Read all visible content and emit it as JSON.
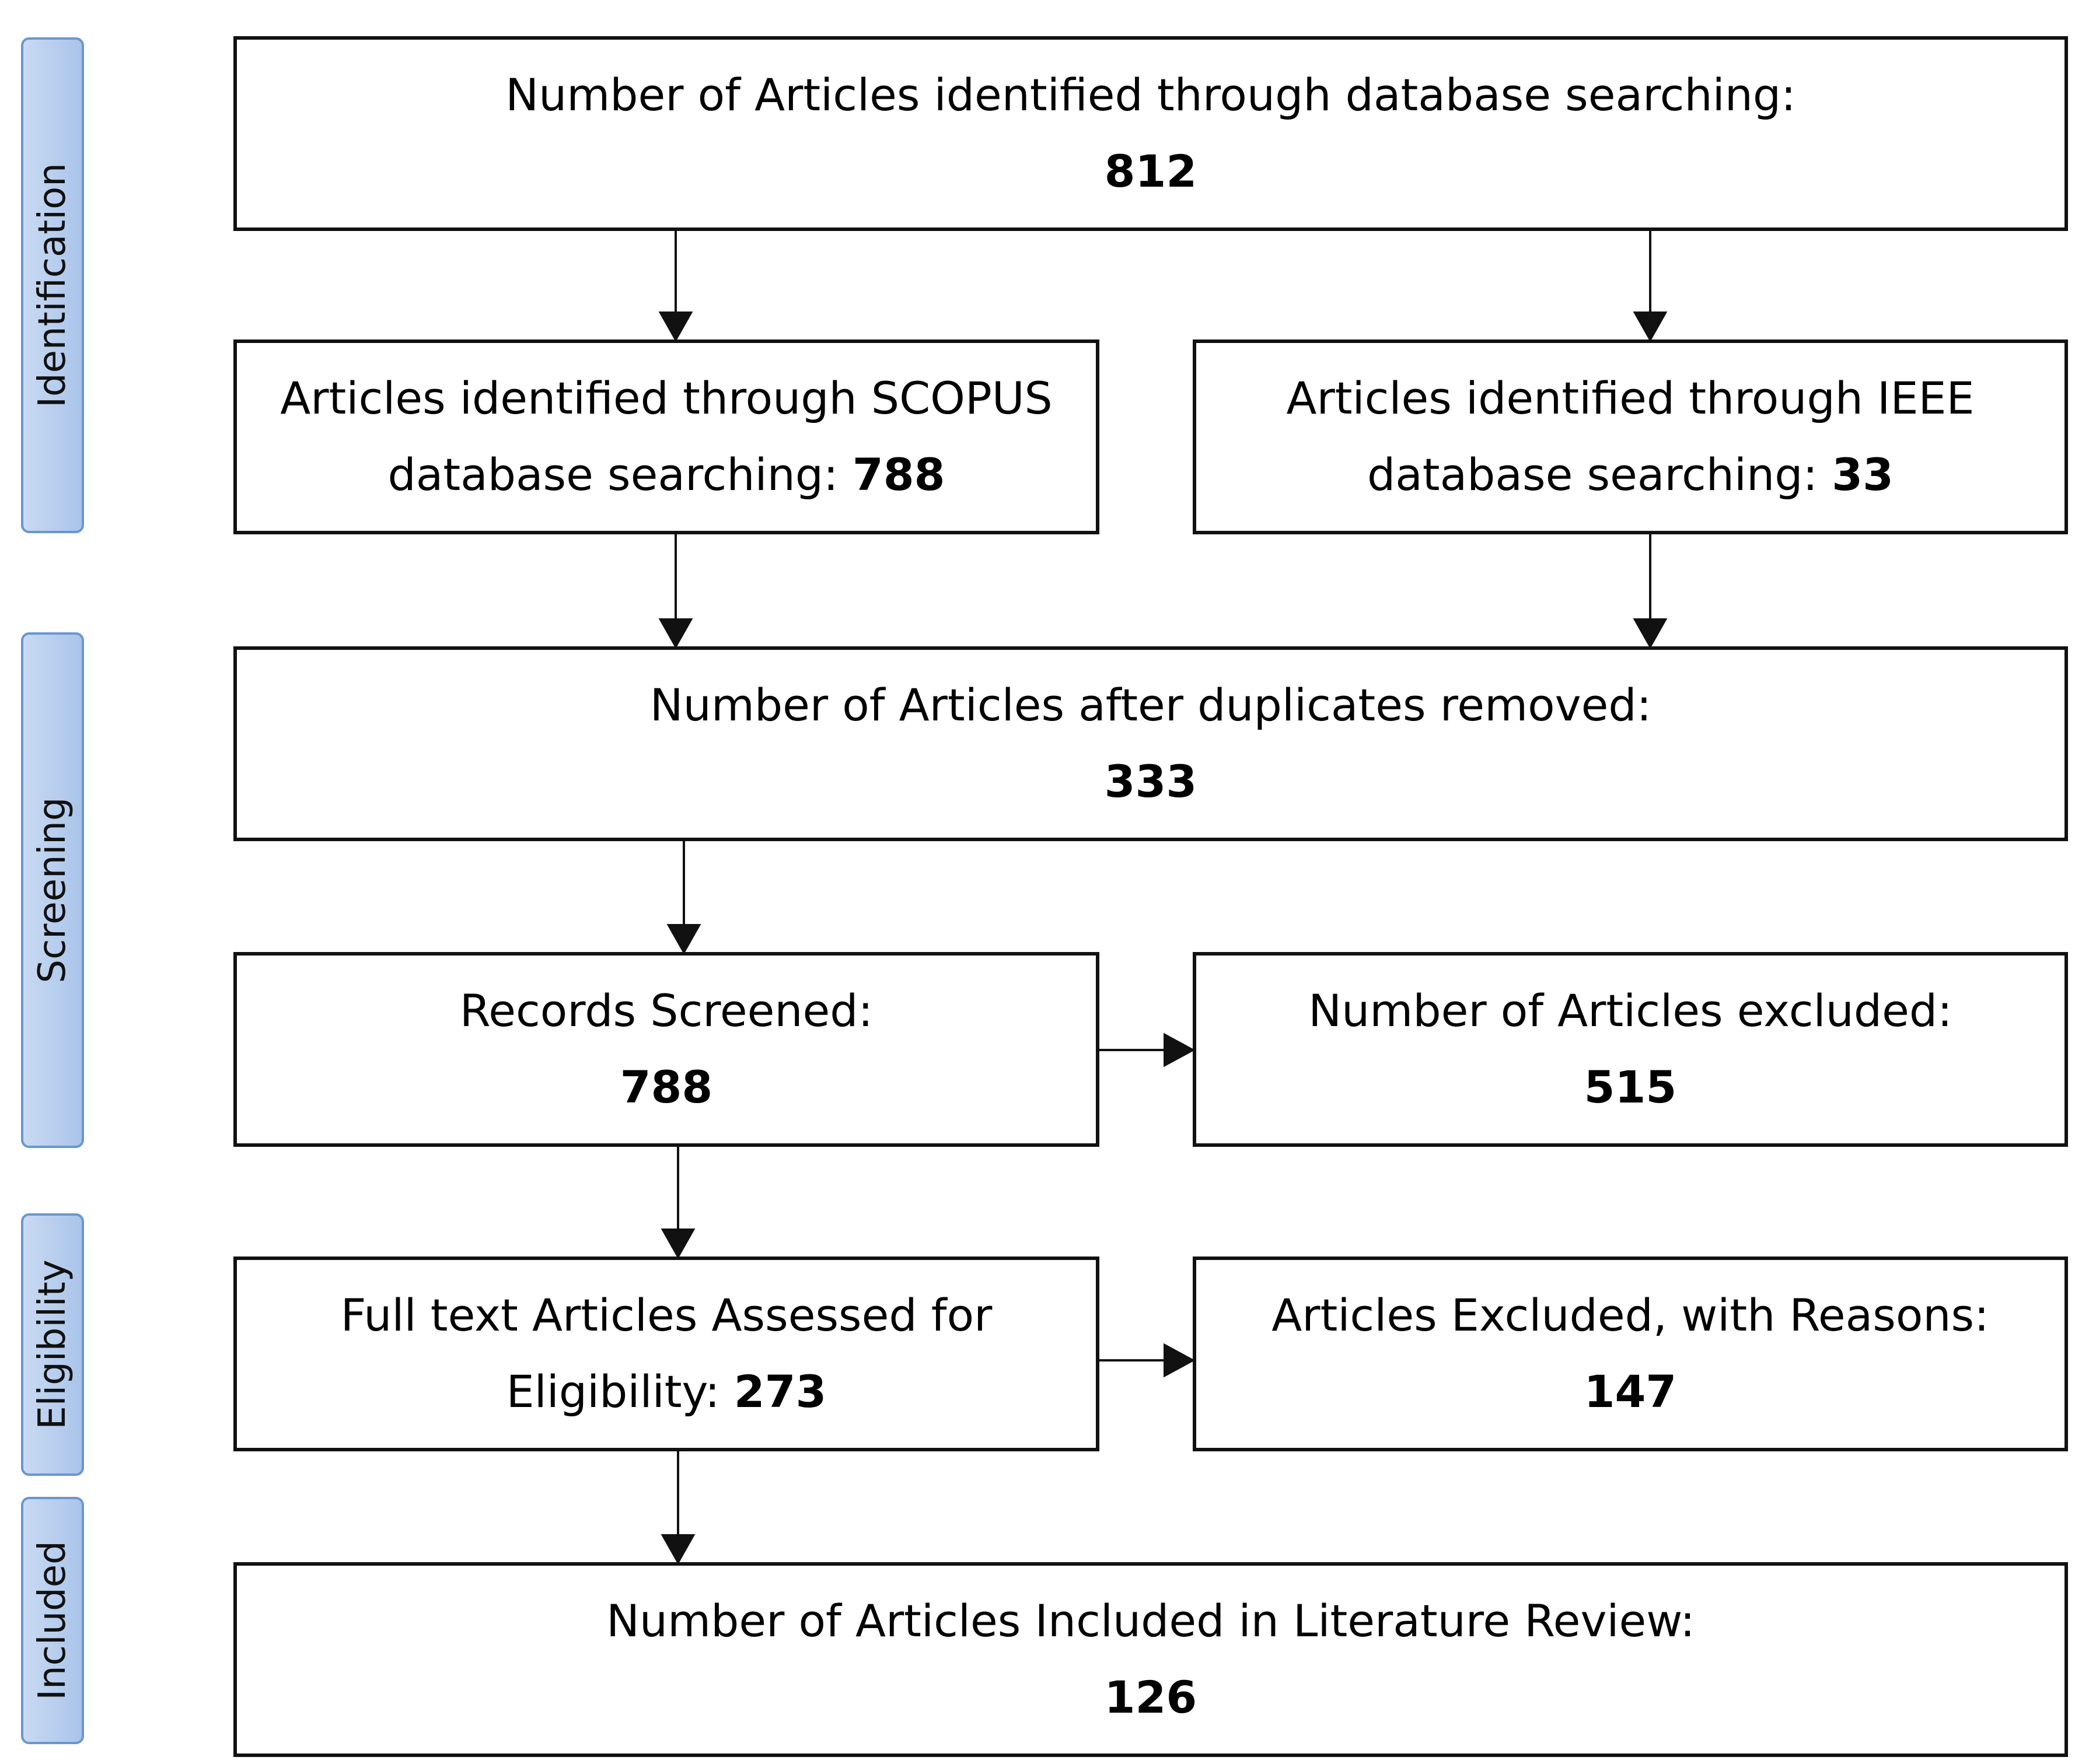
{
  "stages": {
    "identification": "Identification",
    "screening": "Screening",
    "eligibility": "Eligibility",
    "included": "Included"
  },
  "boxes": {
    "identified": {
      "label": "Number of Articles identified through database searching:",
      "value": "812"
    },
    "scopus": {
      "line1": "Articles identified through SCOPUS",
      "line2": "database searching:",
      "value": "788"
    },
    "ieee": {
      "line1": "Articles identified through IEEE",
      "line2": "database searching:",
      "value": "33"
    },
    "after_duplicates": {
      "label": "Number of Articles after duplicates removed:",
      "value": "333"
    },
    "screened": {
      "label": "Records Screened:",
      "value": "788"
    },
    "excluded": {
      "label": "Number of Articles excluded:",
      "value": "515"
    },
    "full_text": {
      "line1": "Full text Articles Assessed for",
      "line2": "Eligibility:",
      "value": "273"
    },
    "excluded_reasons": {
      "label": "Articles Excluded, with Reasons:",
      "value": "147"
    },
    "included": {
      "label": "Number of Articles Included in Literature Review:",
      "value": "126"
    }
  }
}
